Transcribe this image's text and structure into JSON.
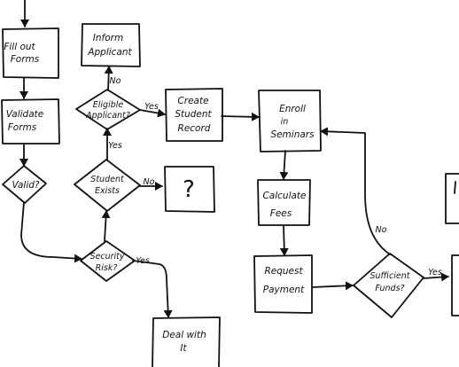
{
  "diagram": {
    "nodes": {
      "fill_out_forms": [
        "Fill out",
        "Forms"
      ],
      "validate_forms": [
        "Validate",
        "Forms"
      ],
      "valid": [
        "Valid?"
      ],
      "security_risk": [
        "Security",
        "Risk?"
      ],
      "deal_with_it": [
        "Deal with",
        "It"
      ],
      "student_exists": [
        "Student",
        "Exists"
      ],
      "unknown": [
        "?"
      ],
      "eligible_applicant": [
        "Eligible",
        "Applicant?"
      ],
      "inform_applicant": [
        "Inform",
        "Applicant"
      ],
      "create_student_record": [
        "Create",
        "Student",
        "Record"
      ],
      "enroll_in_seminars": [
        "Enroll",
        "in",
        "Seminars"
      ],
      "calculate_fees": [
        "Calculate",
        "Fees"
      ],
      "request_payment": [
        "Request",
        "Payment"
      ],
      "sufficient_funds": [
        "Sufficient",
        "Funds?"
      ]
    },
    "edge_labels": {
      "eligible_no": "No",
      "eligible_yes": "Yes",
      "exists_yes": "Yes",
      "exists_no": "No",
      "risk_yes": "Yes",
      "funds_no": "No",
      "funds_yes": "Yes"
    }
  }
}
